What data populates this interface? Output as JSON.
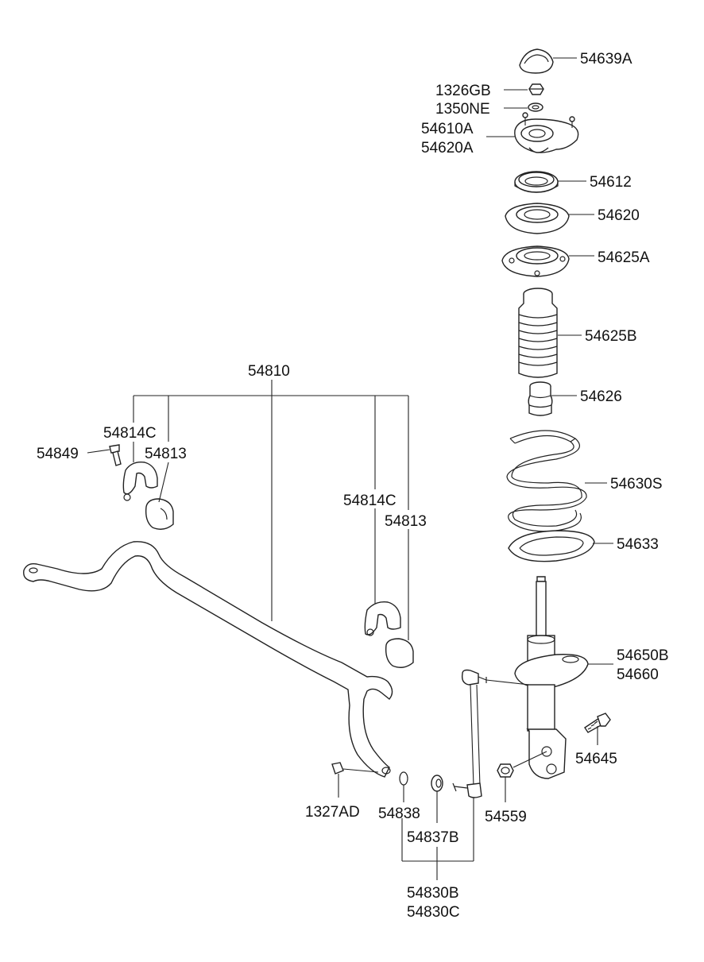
{
  "diagram": {
    "labels": {
      "p54639A": "54639A",
      "p1326GB": "1326GB",
      "p1350NE": "1350NE",
      "p54610A": "54610A",
      "p54620A": "54620A",
      "p54612": "54612",
      "p54620": "54620",
      "p54625A": "54625A",
      "p54625B": "54625B",
      "p54626": "54626",
      "p54630S": "54630S",
      "p54633": "54633",
      "p54650B": "54650B",
      "p54660": "54660",
      "p54645": "54645",
      "p54559": "54559",
      "p54810": "54810",
      "p54814C_left": "54814C",
      "p54813_left": "54813",
      "p54849": "54849",
      "p54814C_right": "54814C",
      "p54813_right": "54813",
      "p1327AD": "1327AD",
      "p54838": "54838",
      "p54837B": "54837B",
      "p54830B": "54830B",
      "p54830C": "54830C"
    }
  }
}
